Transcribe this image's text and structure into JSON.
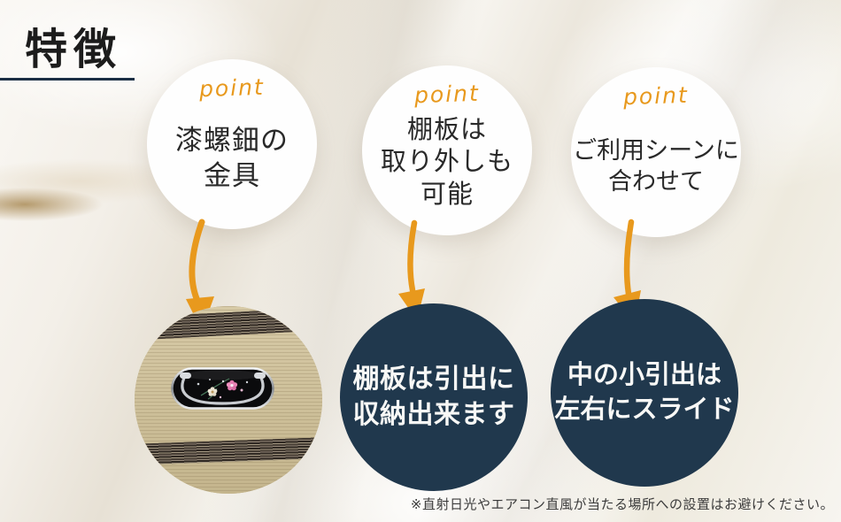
{
  "page": {
    "title": "特徴",
    "footnote": "※直射日光やエアコン直風が当たる場所への設置はお避けください。"
  },
  "points": [
    {
      "label": "point",
      "lines": [
        "漆螺鈿の",
        "金具"
      ]
    },
    {
      "label": "point",
      "lines": [
        "棚板は",
        "取り外しも",
        "可能"
      ]
    },
    {
      "label": "point",
      "lines": [
        "ご利用シーンに",
        "合わせて"
      ]
    }
  ],
  "results": [
    {
      "type": "photo",
      "icon": "drawer-handle-photo"
    },
    {
      "type": "text",
      "lines": [
        "棚板は引出に",
        "収納出来ます"
      ]
    },
    {
      "type": "text",
      "lines": [
        "中の小引出は",
        "左右にスライド"
      ]
    }
  ],
  "icons": {
    "arrow": "down-arrow-icon"
  },
  "colors": {
    "accent_orange": "#E8991D",
    "navy_circle": "#20384D",
    "title_underline_navy": "#1B2E44",
    "title_text": "#1C1C1C",
    "circle_text": "#292929",
    "result_text": "#F8F8F6",
    "footnote_text": "#3B3B3B",
    "wood_tan": "#CFC29E"
  }
}
